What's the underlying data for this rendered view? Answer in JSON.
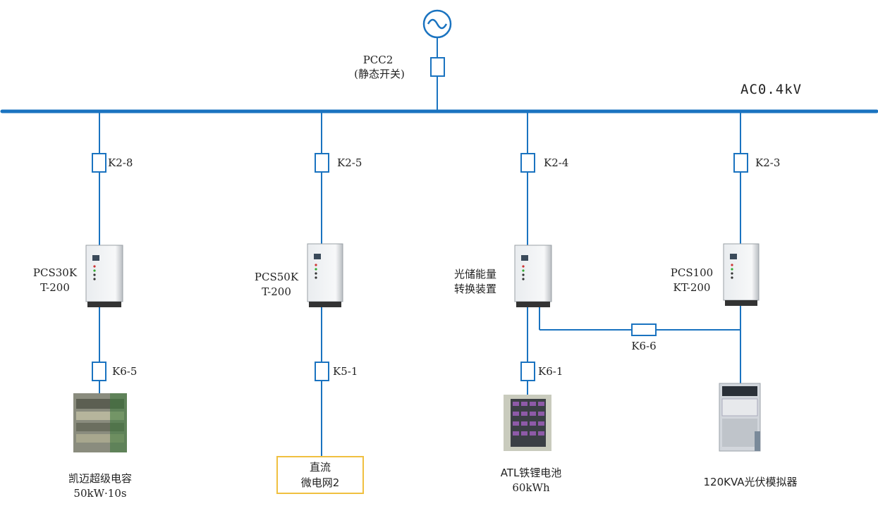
{
  "bus": {
    "label": "AC0.4kV"
  },
  "source": {
    "pcc_label": "PCC2",
    "pcc_sublabel": "(静态开关)"
  },
  "branches": [
    {
      "switch": "K2-8",
      "pcs_line1": "PCS30K",
      "pcs_line2": "T-200",
      "lower_switch": "K6-5",
      "device_line1": "凯迈超级电容",
      "device_line2": "50kW·10s"
    },
    {
      "switch": "K2-5",
      "pcs_line1": "PCS50K",
      "pcs_line2": "T-200",
      "lower_switch": "K5-1",
      "device_line1": "直流",
      "device_line2": "微电网2"
    },
    {
      "switch": "K2-4",
      "pcs_line1": "光储能量",
      "pcs_line2": "转换装置",
      "lower_switch": "K6-1",
      "device_line1": "ATL铁锂电池",
      "device_line2": "60kWh"
    },
    {
      "switch": "K2-3",
      "pcs_line1": "PCS100",
      "pcs_line2": "KT-200",
      "lower_switch": "",
      "device_line1": "120KVA光伏模拟器",
      "device_line2": ""
    }
  ],
  "tie_switch": "K6-6",
  "colors": {
    "line": "#1a73c0",
    "bus": "#1a73c0",
    "dc_box_border": "#f0c040"
  }
}
